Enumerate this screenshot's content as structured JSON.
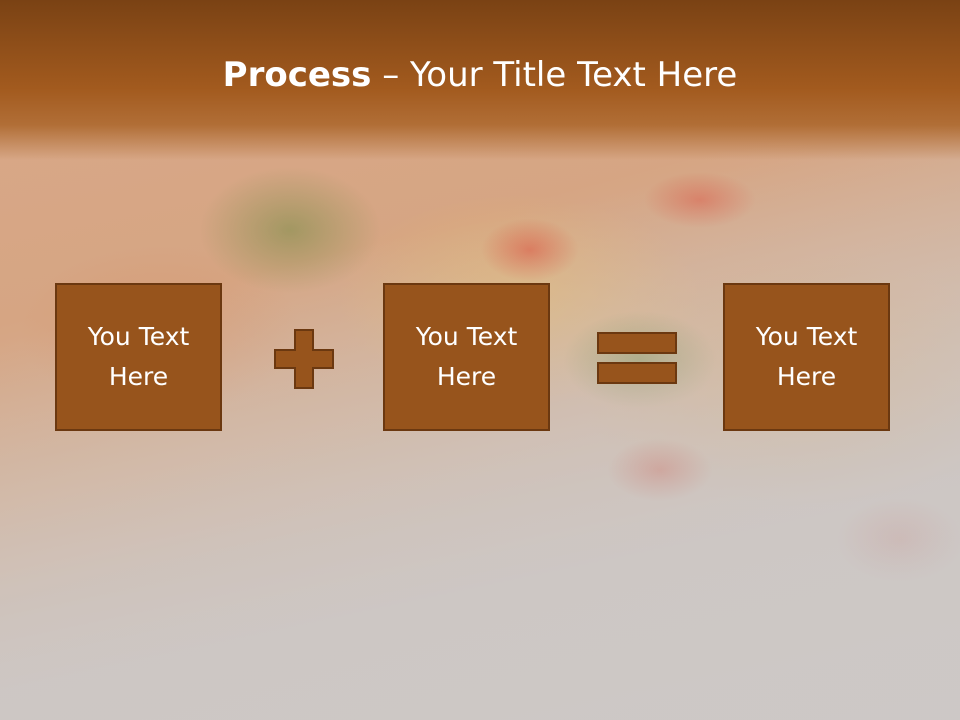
{
  "slide": {
    "title_bold": "Process",
    "title_sep": " – ",
    "title_rest": "Your Title Text Here"
  },
  "boxes": [
    {
      "text": "You Text\nHere"
    },
    {
      "text": "You Text\nHere"
    },
    {
      "text": "You Text\nHere"
    }
  ],
  "operators": {
    "first": "plus-icon",
    "second": "equals-icon"
  },
  "colors": {
    "title_bar": "#9a5520",
    "box_fill": "#97541c",
    "box_border": "#6b3810",
    "operator_fill": "#97541c"
  }
}
